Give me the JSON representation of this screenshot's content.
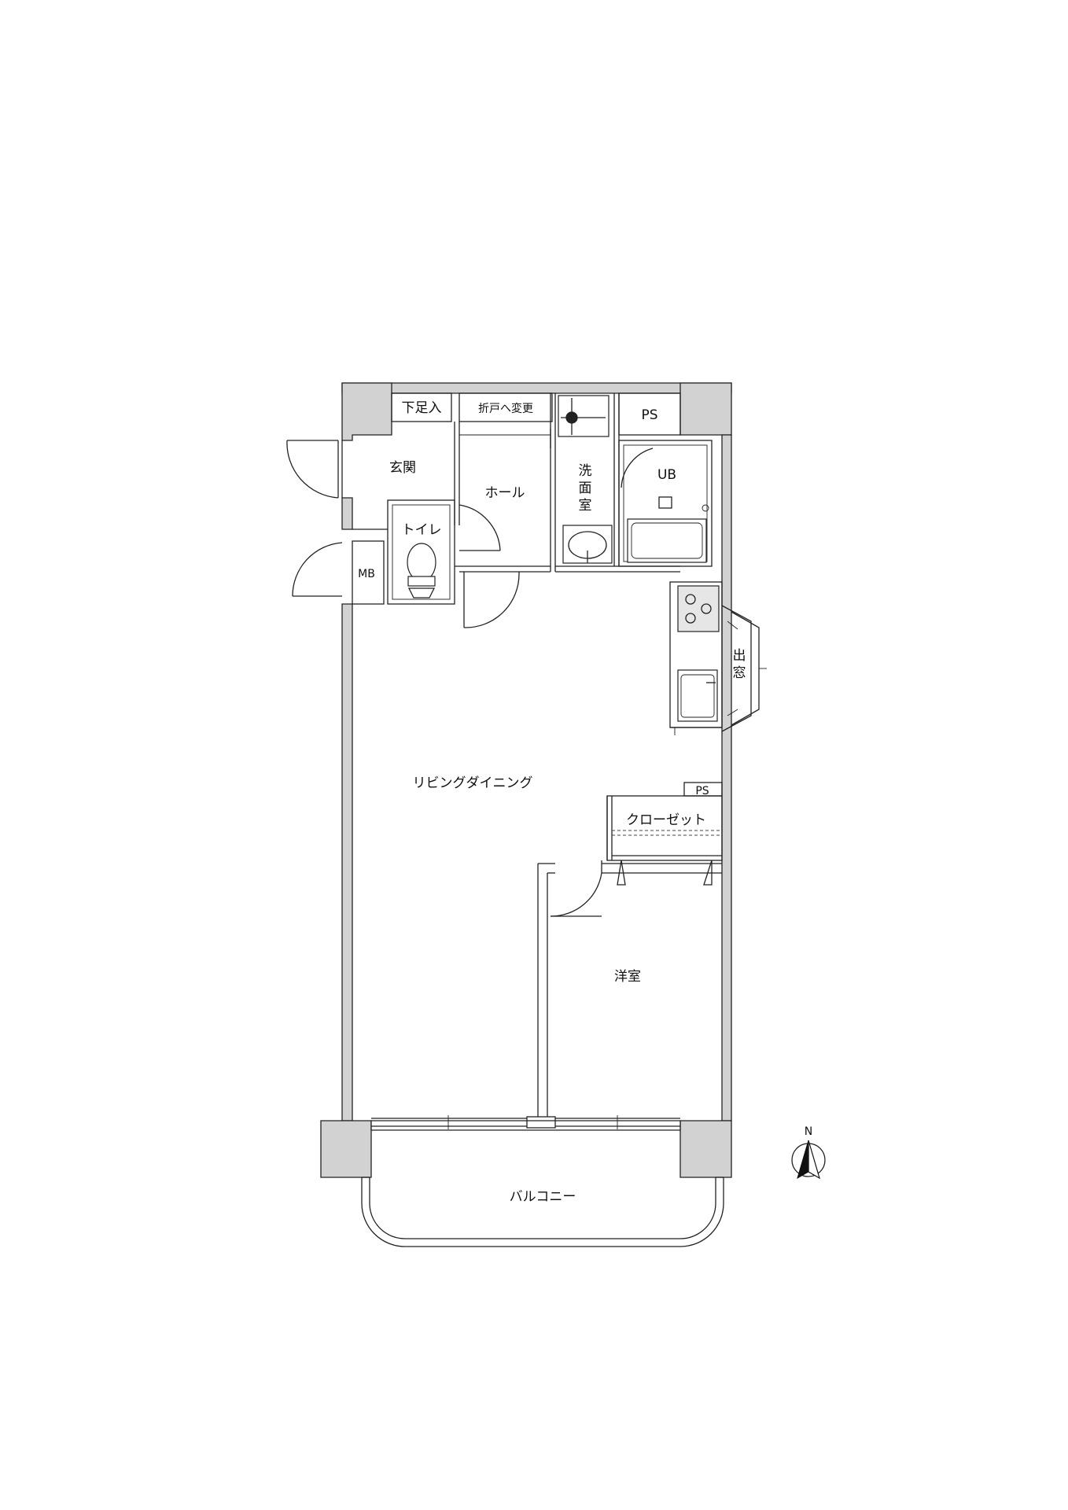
{
  "rooms": {
    "shoe_storage": "下足入",
    "folding_door_note": "折戸へ変更",
    "ps_top": "PS",
    "entrance": "玄関",
    "hall": "ホール",
    "washroom": [
      "洗",
      "面",
      "室"
    ],
    "unit_bath": "UB",
    "toilet": "トイレ",
    "meter_box": "MB",
    "bay_window": [
      "出",
      "窓"
    ],
    "living_dining": "リビングダイニング",
    "ps_mid": "PS",
    "closet": "クローゼット",
    "western_room": "洋室",
    "balcony": "バルコニー"
  },
  "compass": {
    "north_label": "N"
  }
}
